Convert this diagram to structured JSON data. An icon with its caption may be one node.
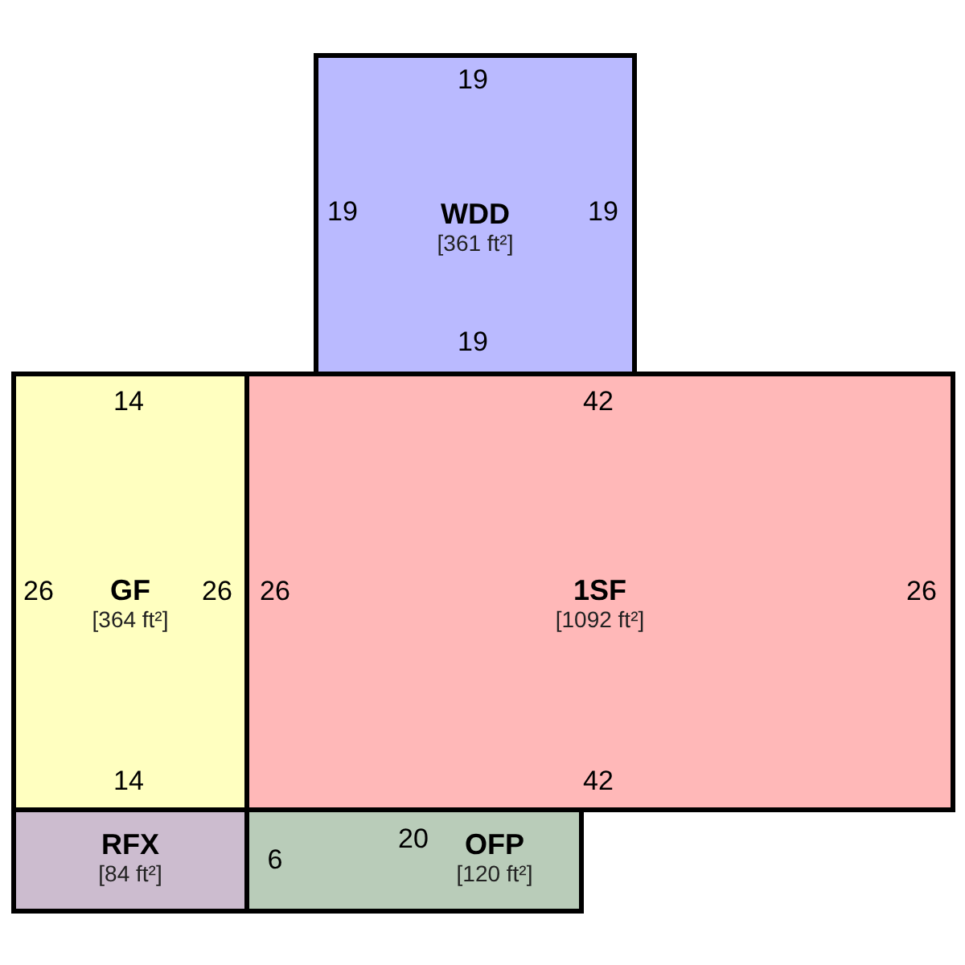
{
  "diagram": {
    "nodes": [
      {
        "text": [
          "WDD",
          "[361 ft²]"
        ]
      },
      {
        "text": [
          "GF",
          "[364 ft²]"
        ]
      },
      {
        "text": [
          "1SF",
          "[1092 ft²]"
        ]
      },
      {
        "text": [
          "RFX",
          "[84 ft²]"
        ]
      },
      {
        "text": [
          "OFP",
          "[120 ft²]"
        ]
      }
    ],
    "labels": [
      "19",
      "19",
      "19",
      "19",
      "14",
      "42",
      "26",
      "26",
      "26",
      "26",
      "14",
      "42",
      "20",
      "6"
    ]
  }
}
